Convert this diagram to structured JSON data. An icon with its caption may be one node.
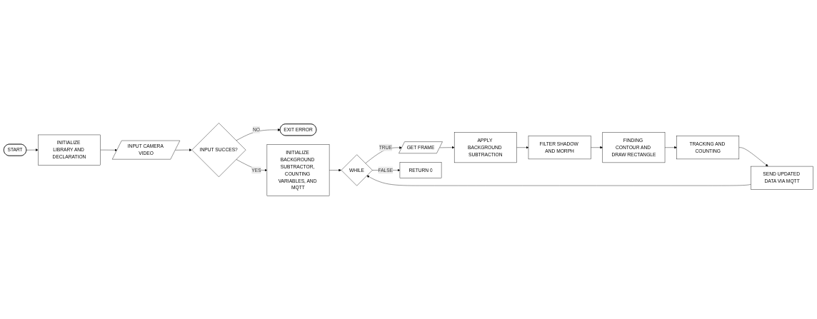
{
  "diagram": {
    "nodes": [
      {
        "text": [
          "START"
        ]
      },
      {
        "text": [
          "INITIALIZE LIBRARY AND DECLARATION"
        ]
      },
      {
        "text": [
          "INPUT CAMERA VIDEO"
        ]
      },
      {
        "text": [
          "INPUT SUCCES?"
        ]
      },
      {
        "text": [
          "EXIT ERROR"
        ]
      },
      {
        "text": [
          "INITIALIZE BACKGROUND SUBTRACTOR, COUNTING VARIABLES, AND MQTT"
        ]
      },
      {
        "text": [
          "WHILE"
        ]
      },
      {
        "text": [
          "GET FRAME"
        ]
      },
      {
        "text": [
          "APPLY BACKGROUND SUBTRACTION"
        ]
      },
      {
        "text": [
          "FILTER SHADOW AND MORPH"
        ]
      },
      {
        "text": [
          "FINDING CONTOUR AND DRAW RECTANGLE"
        ]
      },
      {
        "text": [
          "TRACKING AND COUNTING"
        ]
      },
      {
        "text": [
          "SEND UPDATED DATA VIA MQTT"
        ]
      },
      {
        "text": [
          "RETURN 0"
        ]
      }
    ],
    "edges": [
      {
        "from": 0,
        "to": 1,
        "arrow": "to"
      },
      {
        "from": 1,
        "to": 2,
        "arrow": "to"
      },
      {
        "from": 2,
        "to": 3,
        "arrow": "to"
      },
      {
        "from": 3,
        "to": 4,
        "arrow": "to",
        "label": "NO"
      },
      {
        "from": 3,
        "to": 5,
        "arrow": "to",
        "label": "YES"
      },
      {
        "from": 5,
        "to": 6,
        "arrow": "to"
      },
      {
        "from": 6,
        "to": 7,
        "arrow": "to",
        "label": "TRUE"
      },
      {
        "from": 7,
        "to": 8,
        "arrow": "to"
      },
      {
        "from": 8,
        "to": 9,
        "arrow": "to"
      },
      {
        "from": 9,
        "to": 10,
        "arrow": "to"
      },
      {
        "from": 10,
        "to": 11,
        "arrow": "to"
      },
      {
        "from": 11,
        "to": 12,
        "arrow": "to"
      },
      {
        "from": 12,
        "to": 6,
        "arrow": "to"
      },
      {
        "from": 6,
        "to": 13,
        "arrow": "to",
        "label": "FALSE"
      }
    ]
  }
}
